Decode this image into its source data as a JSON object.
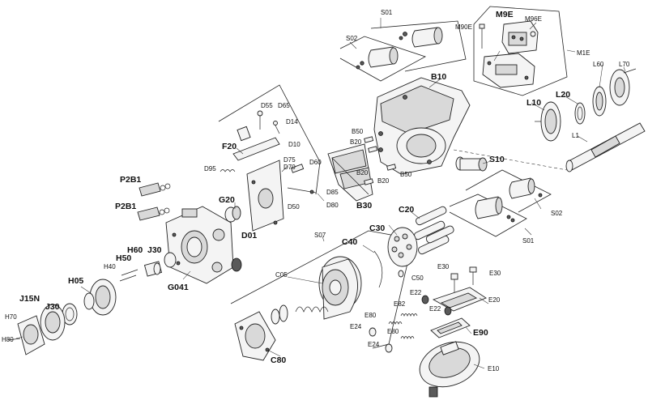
{
  "labels": {
    "S01a": "S01",
    "S02a": "S02",
    "S02b": "S02",
    "S01b": "S01",
    "M90E": "M90E",
    "M9E": "M9E",
    "M96E": "M96E",
    "M1E": "M1E",
    "B10": "B10",
    "L10": "L10",
    "L20": "L20",
    "L60": "L60",
    "L70": "L70",
    "L1": "L1",
    "D55": "D55",
    "D65": "D65",
    "D14": "D14",
    "D10": "D10",
    "F20": "F20",
    "D75": "D75",
    "D70": "D70",
    "D60": "D60",
    "D95": "D95",
    "D85": "D85",
    "D80": "D80",
    "D50": "D50",
    "D01": "D01",
    "G20": "G20",
    "B50a": "B50",
    "B20a": "B20",
    "B50b": "B50",
    "B20b": "B20",
    "B20c": "B20",
    "B30": "B30",
    "S10": "S10",
    "P2B1a": "P2B1",
    "P2B1b": "P2B1",
    "H60": "H60",
    "J30a": "J30",
    "H50": "H50",
    "H40": "H40",
    "G041": "G041",
    "H05": "H05",
    "J15N": "J15N",
    "J30b": "J30",
    "H70": "H70",
    "H80": "H80",
    "S07": "S07",
    "C20": "C20",
    "C30": "C30",
    "C40": "C40",
    "C05": "C05",
    "C50": "C50",
    "E30a": "E30",
    "E30b": "E30",
    "E22a": "E22",
    "E20": "E20",
    "E82": "E82",
    "E22b": "E22",
    "E80a": "E80",
    "E90": "E90",
    "E24a": "E24",
    "E80b": "E80",
    "E24b": "E24",
    "C80": "C80",
    "E10": "E10"
  }
}
